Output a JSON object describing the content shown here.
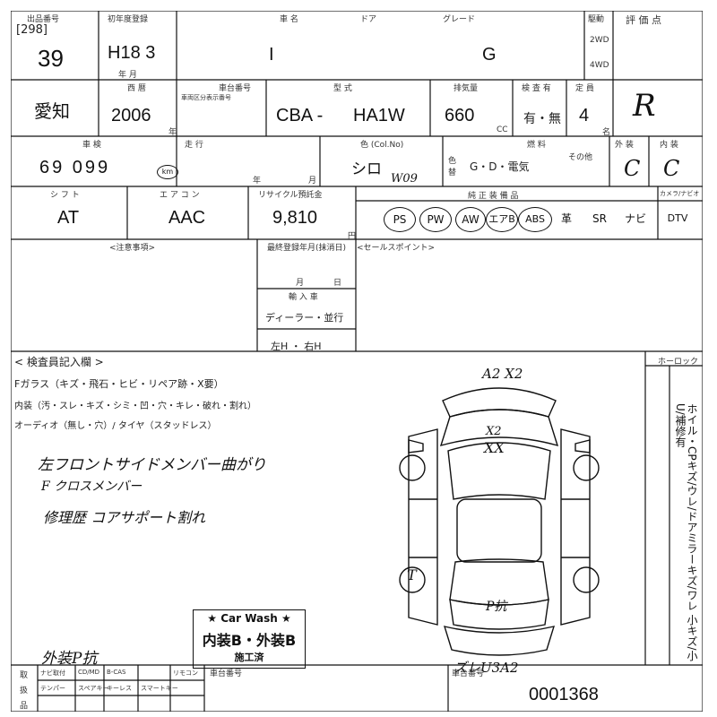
{
  "header": {
    "lot_label": "出品番号",
    "lot_box": "[298]",
    "lot_number": "39",
    "first_reg_label": "初年度登録",
    "first_reg_value": "H18 3",
    "first_reg_month_unit": "年 月",
    "name_label": "車 名",
    "car_name": "I",
    "door_label": "ドア",
    "grade_label": "グレード",
    "grade_value": "G",
    "drive_label": "駆動",
    "drive_2wd": "2WD",
    "drive_4wd": "4WD",
    "eval_label": "評 価 点",
    "eval_value": "R"
  },
  "row2": {
    "region": "愛知",
    "year_label": "西 暦",
    "year_value": "2006",
    "year_unit": "年",
    "reg_label": "車台番号",
    "reg_sub": "車両区分表示番号",
    "model_label": "型 式",
    "model_prefix": "CBA -",
    "model_code": "HA1W",
    "displacement_label": "排気量",
    "displacement_value": "660",
    "displacement_unit": "CC",
    "inspection_label": "検 査 有",
    "inspection_value": "有・無",
    "seats_label": "定 員",
    "seats_value": "4",
    "seats_unit": "名"
  },
  "row3": {
    "shaken_label": "車 検",
    "mileage_label": "走 行",
    "mileage_value": "69 099",
    "mileage_unit": "km",
    "year_label": "年",
    "month_label": "月",
    "color_label": "色 (Col.No)",
    "color_value": "シロ",
    "color_code": "W09",
    "color_change_label": "色替",
    "fuel_label": "燃 料",
    "fuel_options": "G・D・電気",
    "fuel_other": "その他",
    "exterior_label": "外 装",
    "exterior_value": "C",
    "interior_label": "内 装",
    "interior_value": "C"
  },
  "row4": {
    "shift_label": "シ フ ト",
    "shift_value": "AT",
    "ac_label": "エ ア コ ン",
    "ac_value": "AAC",
    "recycle_label": "リサイクル預託金",
    "recycle_value": "9,810",
    "recycle_unit": "円",
    "equipment_label": "純 正 装 備 品",
    "equipment": [
      {
        "label": "PS",
        "circled": true
      },
      {
        "label": "PW",
        "circled": true
      },
      {
        "label": "AW",
        "circled": true
      },
      {
        "label": "エアB",
        "circled": true
      },
      {
        "label": "ABS",
        "circled": true
      },
      {
        "label": "革",
        "circled": false
      },
      {
        "label": "SR",
        "circled": false
      },
      {
        "label": "ナビ",
        "circled": false
      },
      {
        "label": "DTV",
        "circled": false
      }
    ],
    "extra_label": "カメラ/ナビオ"
  },
  "row5": {
    "notes_label": "<注意事項>",
    "final_reg_label": "最終登録年月(抹消日)",
    "month_label": "月",
    "day_label": "日",
    "import_label": "輸 入 車",
    "import_value": "ディーラー・並行",
    "handle_value": "左H ・ 右H",
    "sales_label": "<セールスポイント>"
  },
  "inspection": {
    "title": "< 検査員記入欄 >",
    "line1": "Fガラス（キズ・飛石・ヒビ・リペア跡・X要）",
    "line2": "内装（汚・スレ・キズ・シミ・凹・穴・キレ・破れ・割れ）",
    "line3": "オーディオ（無し・穴）/ タイヤ（スタッドレス）",
    "hand1": "左フロントサイドメンバー曲がり",
    "hand2": "F クロスメンバー",
    "hand3": "修理歴 コアサポート割れ",
    "hand4": "外装P抗",
    "vertical_note": "ホイル・CPキズ/ウレ/ドアミラーキズ/ワレ 小キズ/小U/補修有",
    "hoirokku_label": "ホーロック"
  },
  "diagram": {
    "note_top": "A2 X2",
    "note_roof1": "X2",
    "note_roof2": "XX",
    "note_rear": "P抗",
    "note_bottom": "ズレU3A2",
    "tire_mark": "T"
  },
  "stamp": {
    "title": "★ Car Wash ★",
    "line": "内装B・外装B",
    "sub": "施工済"
  },
  "footer": {
    "row1": [
      "取",
      "ナビ取付",
      "CD/MD",
      "B-CAS",
      "リモコン"
    ],
    "row2": [
      "扱",
      "テンパー",
      "スペアキー",
      "キーレス",
      "スマートキー"
    ],
    "row3": [
      "品"
    ],
    "chassis_label": "車台番号",
    "stock_label": "車台番号",
    "stock_number": "0001368"
  }
}
